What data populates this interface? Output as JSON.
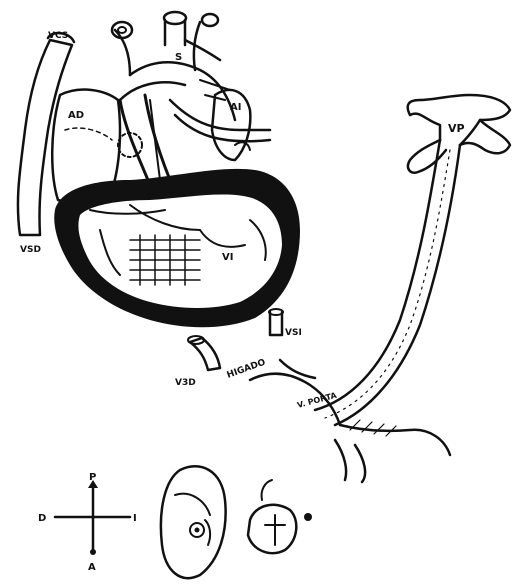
{
  "labels": {
    "vcs": "VCS",
    "s": "S",
    "ad": "AD",
    "ai": "AI",
    "vp": "VP",
    "vsd": "VSD",
    "vi": "VI",
    "vsi": "VSI",
    "vzd": "V3D",
    "higado": "HIGADO",
    "porta": "V. PORTA"
  },
  "compass": {
    "p": "P",
    "d": "D",
    "i": "I",
    "a": "A"
  }
}
